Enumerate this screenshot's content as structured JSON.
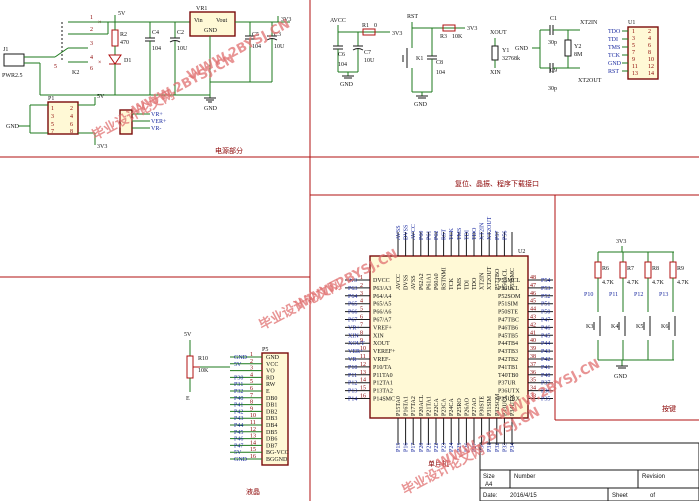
{
  "sections": {
    "power": "电源部分",
    "reset": "复位、晶振、程序下载接口",
    "mcu": "单片机",
    "keys": "按键",
    "lcd": "液晶"
  },
  "watermark": {
    "text_a": "毕业设计论文网",
    "text_b": "WWW.2BYSJ.CN"
  },
  "power": {
    "net_5v": "5V",
    "net_3v3": "3V3",
    "gnd": "GND",
    "j1": "J1",
    "pwr": "PWR2.5",
    "k2": "K2",
    "r2": "R2",
    "r2_val": "470",
    "d1": "D1",
    "vr1": "VR1",
    "vin": "Vin",
    "vout": "Vout",
    "vr_gnd": "GND",
    "c4": "C4",
    "c4_val": "104",
    "c2": "C2",
    "c2_val": "10U",
    "c5": "C5",
    "c5_val": "104",
    "c3": "C3",
    "c3_val": "10U",
    "pin_nums": [
      "1",
      "2",
      "3",
      "4",
      "5",
      "6"
    ],
    "p1": "P1",
    "p1_pins": [
      "1",
      "2",
      "3",
      "4",
      "5",
      "6",
      "7",
      "8"
    ],
    "vr_plus": "VR+",
    "ver_plus": "VER+",
    "vr_minus": "VR-"
  },
  "reset": {
    "avcc": "AVCC",
    "r1": "R1",
    "r1_val": "0",
    "c6": "C6",
    "c6_val": "104",
    "c7": "C7",
    "c7_val": "10U",
    "rst": "RST",
    "r3": "R3",
    "r3_val": "10K",
    "k1": "K1",
    "c8": "C8",
    "c8_val": "104",
    "xout": "XOUT",
    "xin": "XIN",
    "y1": "Y1",
    "y1_val": "32768k",
    "c1": "C1",
    "c1_val": "30p",
    "c9": "C9",
    "c9_val": "30p",
    "y2": "Y2",
    "y2_val": "8M",
    "xt2in": "XT2IN",
    "xt2out": "XT2OUT",
    "u1": "U1",
    "jtag_left": [
      "TDO",
      "TDI",
      "TMS",
      "TCK",
      "GND",
      "RST"
    ],
    "jtag_nums": [
      "1",
      "2",
      "3",
      "4",
      "5",
      "6",
      "7",
      "8",
      "9",
      "10",
      "11",
      "12",
      "13",
      "14"
    ]
  },
  "mcu": {
    "ref": "U2",
    "left_pins": [
      "DVCC",
      "P63/A3",
      "P64/A4",
      "P65/A5",
      "P66/A6",
      "P67/A7",
      "VREF+",
      "XIN",
      "XOUT",
      "VEREF+",
      "VREF-",
      "P10/TA",
      "P11TA0",
      "P12TA1",
      "P13TA2",
      "P14SMC"
    ],
    "left_nets": [
      "3v3",
      "P63",
      "P64",
      "P65",
      "P66",
      "P67",
      "VR+",
      "XIN",
      "XOUT",
      "VER+",
      "VR-",
      "P10",
      "P11",
      "P12",
      "P13",
      "P14"
    ],
    "left_nums": [
      "1",
      "2",
      "3",
      "4",
      "5",
      "6",
      "7",
      "8",
      "9",
      "10",
      "11",
      "12",
      "13",
      "14",
      "15",
      "16"
    ],
    "right_pins": [
      "P55MCL",
      "P53UCL",
      "P52SOM",
      "P51SIM",
      "P50STE",
      "P47TBC",
      "P46TB6",
      "P45TB5",
      "P44TB4",
      "P43TB3",
      "P42TB2",
      "P41TB1",
      "T40TB0",
      "P37UR",
      "P36UTX",
      "P35URX"
    ],
    "right_nets": [
      "P54",
      "P53",
      "P52",
      "P51",
      "P50",
      "P47",
      "P46",
      "P45",
      "P44",
      "P43",
      "P42",
      "P41",
      "P40",
      "P37",
      "P36",
      "P35"
    ],
    "right_nums": [
      "48",
      "47",
      "46",
      "45",
      "44",
      "43",
      "42",
      "41",
      "40",
      "39",
      "38",
      "37",
      "36",
      "35",
      "34",
      "33"
    ],
    "top_nets": [
      "AVSS",
      "DVSS",
      "AVCC",
      "P60",
      "P61",
      "P62",
      "RST",
      "TCK",
      "TMS",
      "TDI",
      "TDO",
      "XT2IN",
      "XT2OUT",
      "P57",
      "P56"
    ],
    "top_pins": [
      "AVCC",
      "DVSS",
      "AVSS",
      "P62A2",
      "P61A1",
      "P60A0",
      "RSTNMI",
      "TCK",
      "TMS",
      "TDI",
      "TDO",
      "XT2IN",
      "XT2OUT",
      "P57TBO",
      "P56ACL",
      "P55SMC"
    ],
    "bottom_pins": [
      "P15TA0",
      "P16TA1",
      "P17TA2",
      "P20ACL",
      "P21TA1",
      "P22CA",
      "P23CA",
      "P24CA",
      "P25RO",
      "P26AO",
      "P27AO",
      "P30STE",
      "P31SIM",
      "P32SOM",
      "P33UCL",
      "P34UTX"
    ],
    "bottom_nets": [
      "P15",
      "P16",
      "P17",
      "P20",
      "P21",
      "P22",
      "P23",
      "P24",
      "P25",
      "P26",
      "P27",
      "P30",
      "P31",
      "P32",
      "P33",
      "P34"
    ]
  },
  "keys": {
    "net_3v3": "3V3",
    "gnd": "GND",
    "resistors": [
      {
        "ref": "R6",
        "val": "4.7K",
        "net": "P10",
        "sw": "K3"
      },
      {
        "ref": "R7",
        "val": "4.7K",
        "net": "P11",
        "sw": "K4"
      },
      {
        "ref": "R8",
        "val": "4.7K",
        "net": "P12",
        "sw": "K5"
      },
      {
        "ref": "R9",
        "val": "4.7K",
        "net": "P13",
        "sw": "K6"
      }
    ]
  },
  "lcd": {
    "net_5v": "5V",
    "r10": "R10",
    "r10_val": "10K",
    "e": "E",
    "p5": "P5",
    "pins": [
      "GND",
      "VCC",
      "VO",
      "RD",
      "RW",
      "E",
      "DB0",
      "DB1",
      "DB2",
      "DB3",
      "DB4",
      "DB5",
      "DB6",
      "DB7",
      "BG-VCC",
      "BGGND"
    ],
    "nets": [
      "GND",
      "5V",
      "",
      "P30",
      "P31",
      "P32",
      "P40",
      "P41",
      "P42",
      "P43",
      "P44",
      "P45",
      "P46",
      "P47",
      "5V",
      "GND"
    ],
    "nums": [
      "1",
      "2",
      "3",
      "4",
      "5",
      "6",
      "7",
      "8",
      "9",
      "10",
      "11",
      "12",
      "13",
      "14",
      "15",
      "16"
    ]
  },
  "title_block": {
    "size_label": "Size",
    "size": "A4",
    "number_label": "Number",
    "revision_label": "Revision",
    "date_label": "Date:",
    "date": "2016/4/15",
    "sheet_label": "Sheet",
    "of_label": "of"
  }
}
